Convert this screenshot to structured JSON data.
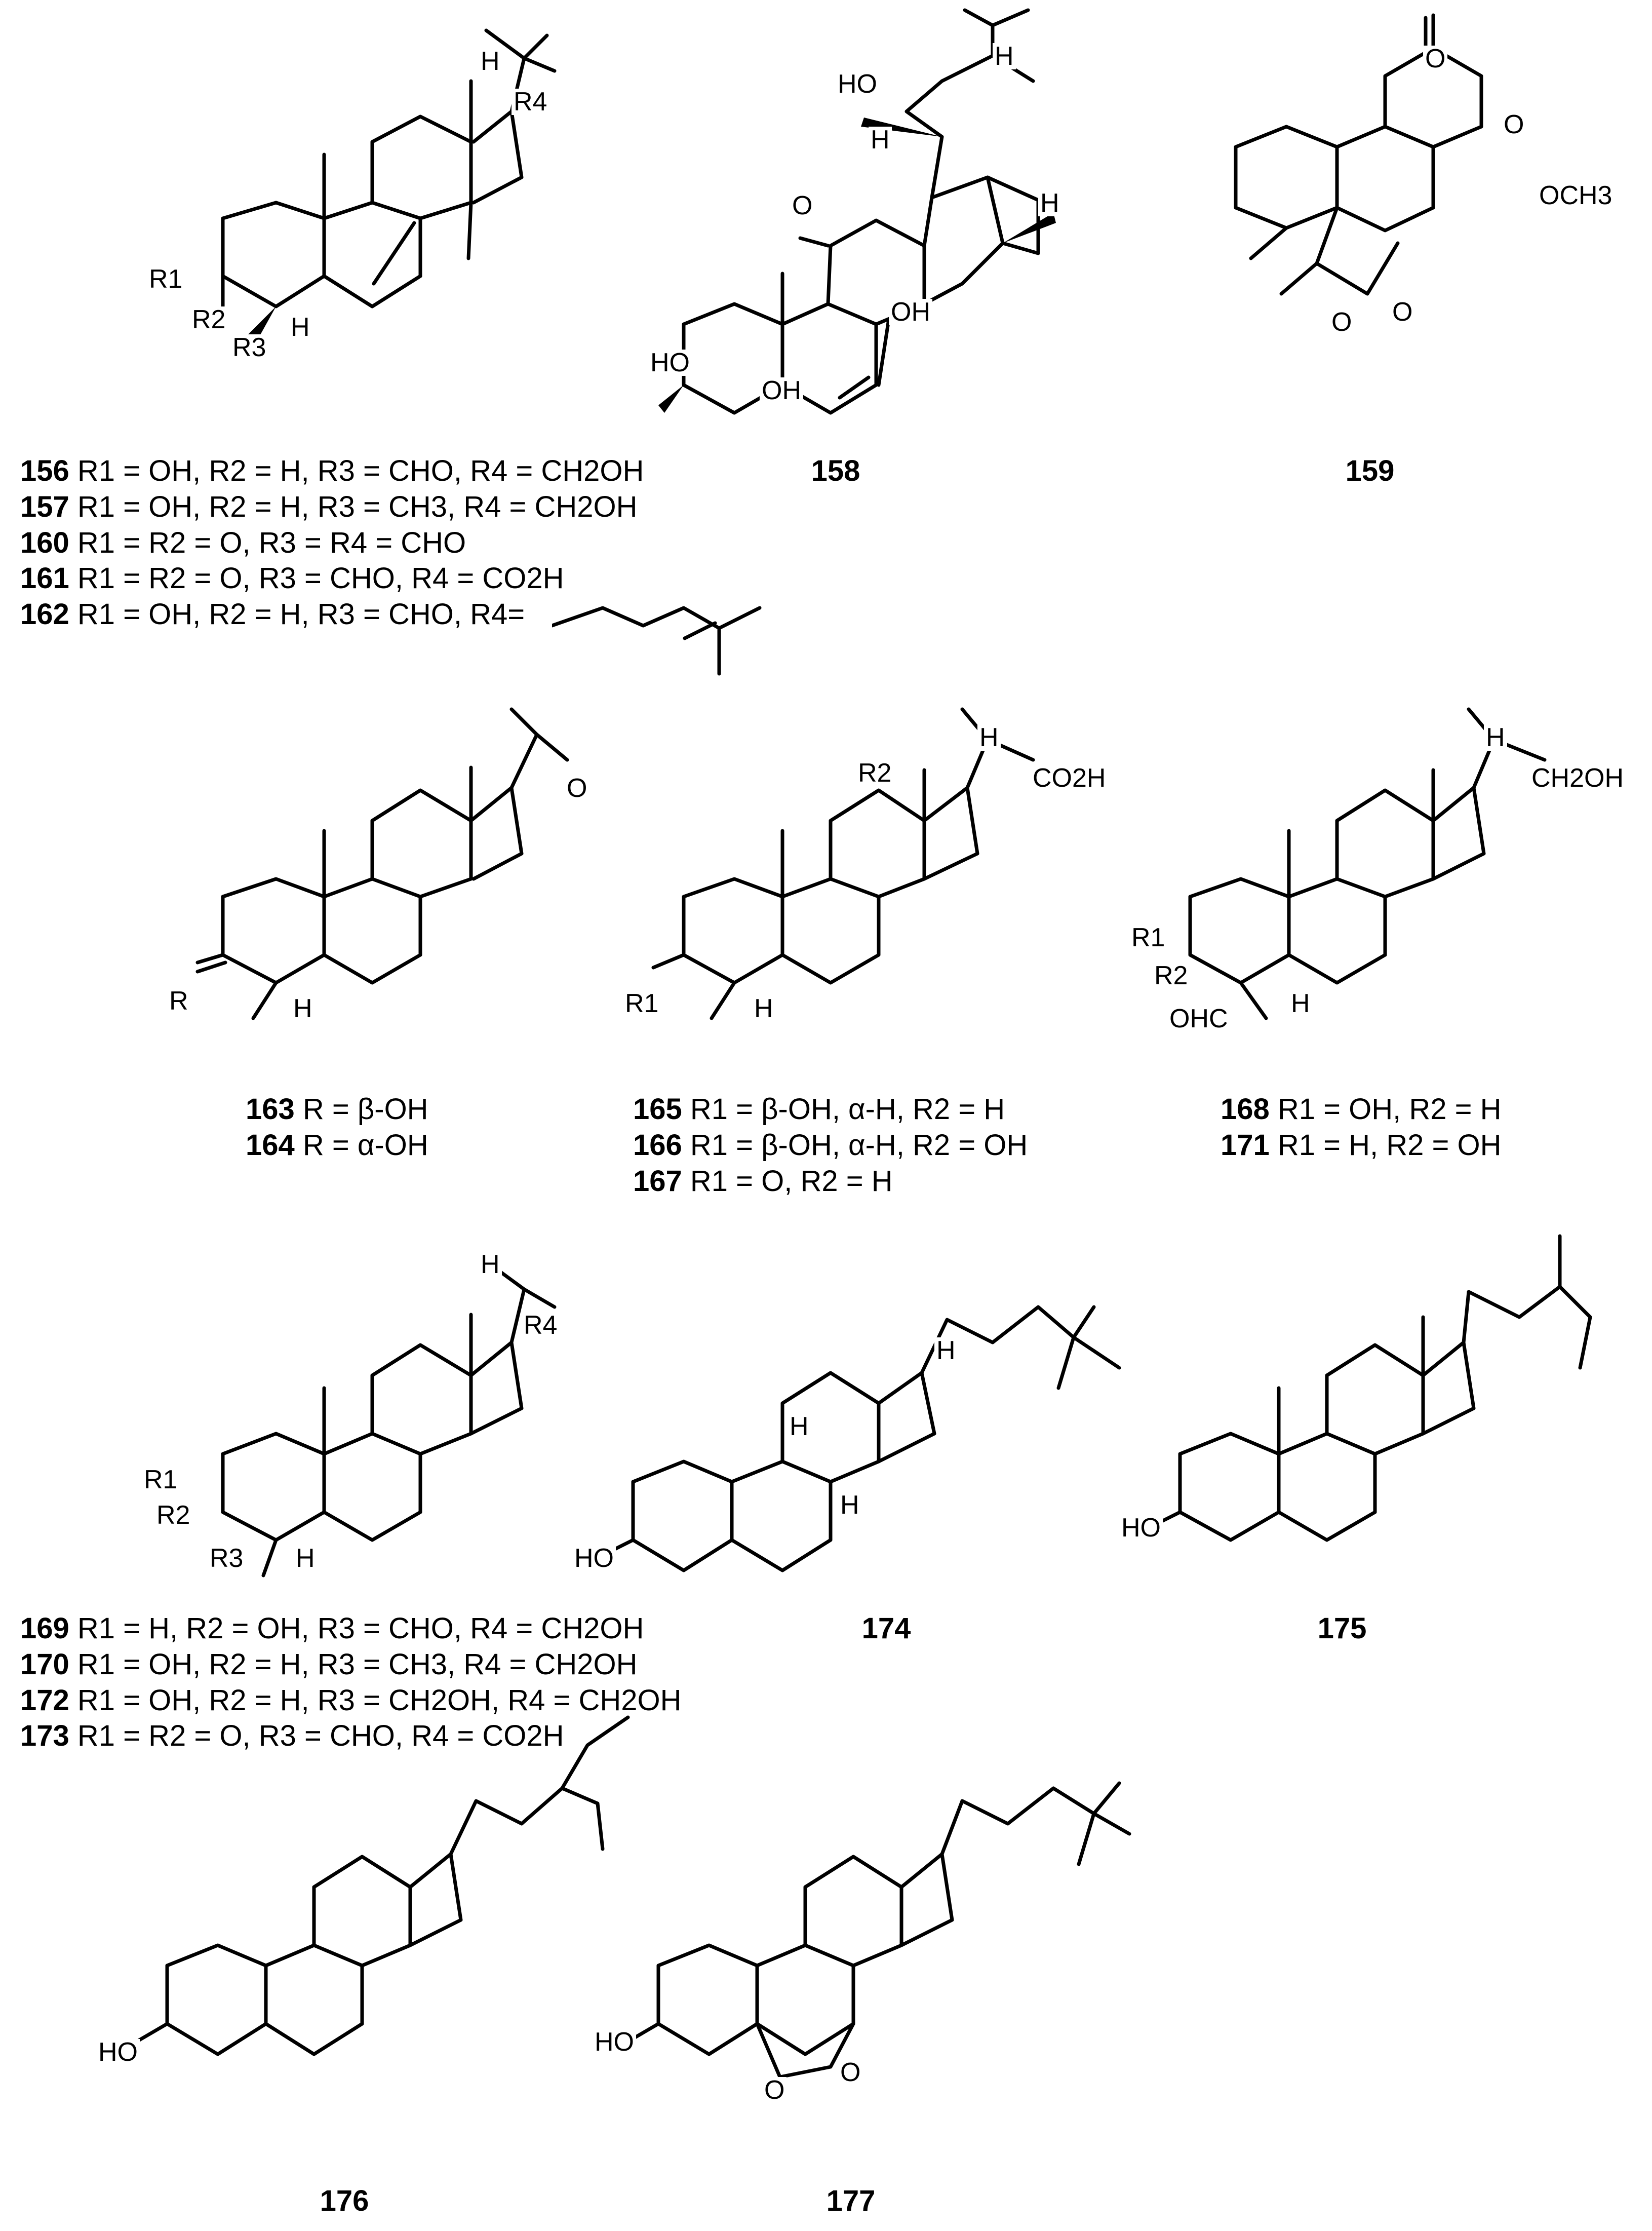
{
  "compounds": {
    "c156": {
      "caption": [
        {
          "id": "156",
          "text": "R1 = OH, R2 = H, R3 = CHO, R4 = CH2OH"
        },
        {
          "id": "157",
          "text": "R1 = OH, R2 = H, R3 = CH3, R4 = CH2OH"
        },
        {
          "id": "160",
          "text": "R1 = R2 = O, R3 = R4 = CHO"
        },
        {
          "id": "161",
          "text": "R1 = R2 = O, R3 = CHO, R4 = CO2H"
        },
        {
          "id": "162",
          "text": "R1 = OH, R2 = H, R3 = CHO, R4="
        }
      ],
      "labels": [
        "H",
        "R4",
        "R1",
        "R2",
        "R3",
        "H"
      ]
    },
    "c158": {
      "id": "158",
      "labels": [
        "HO",
        "H",
        "H",
        "H",
        "O",
        "OH",
        "HO",
        "OH"
      ]
    },
    "c159": {
      "id": "159",
      "labels": [
        "O",
        "O",
        "OCH3",
        "O",
        "O"
      ]
    },
    "c163": {
      "caption": [
        {
          "id": "163",
          "text": "R = β-OH"
        },
        {
          "id": "164",
          "text": "R = α-OH"
        }
      ],
      "labels": [
        "O",
        "R",
        "H"
      ]
    },
    "c165": {
      "caption": [
        {
          "id": "165",
          "text": "R1 = β-OH, α-H, R2 = H"
        },
        {
          "id": "166",
          "text": "R1 = β-OH, α-H, R2 = OH"
        },
        {
          "id": "167",
          "text": "R1 = O, R2 = H"
        }
      ],
      "labels": [
        "R2",
        "H",
        "CO2H",
        "R1",
        "H"
      ]
    },
    "c168": {
      "caption": [
        {
          "id": "168",
          "text": "R1 = OH, R2 = H"
        },
        {
          "id": "171",
          "text": "R1 = H, R2 = OH"
        }
      ],
      "labels": [
        "H",
        "CH2OH",
        "R1",
        "R2",
        "OHC",
        "H"
      ]
    },
    "c169": {
      "caption": [
        {
          "id": "169",
          "text": "R1 = H, R2 = OH, R3 = CHO, R4 = CH2OH"
        },
        {
          "id": "170",
          "text": "R1 = OH, R2 = H, R3 = CH3, R4 = CH2OH"
        },
        {
          "id": "172",
          "text": "R1 = OH, R2 = H, R3 = CH2OH, R4 = CH2OH"
        },
        {
          "id": "173",
          "text": "R1 = R2 = O, R3 = CHO, R4 = CO2H"
        }
      ],
      "labels": [
        "H",
        "R4",
        "R1",
        "R2",
        "R3",
        "H"
      ]
    },
    "c174": {
      "id": "174",
      "labels": [
        "H",
        "H",
        "H",
        "HO"
      ]
    },
    "c175": {
      "id": "175",
      "labels": [
        "HO"
      ]
    },
    "c176": {
      "id": "176",
      "labels": [
        "HO"
      ]
    },
    "c177": {
      "id": "177",
      "labels": [
        "HO",
        "O",
        "O"
      ]
    }
  }
}
